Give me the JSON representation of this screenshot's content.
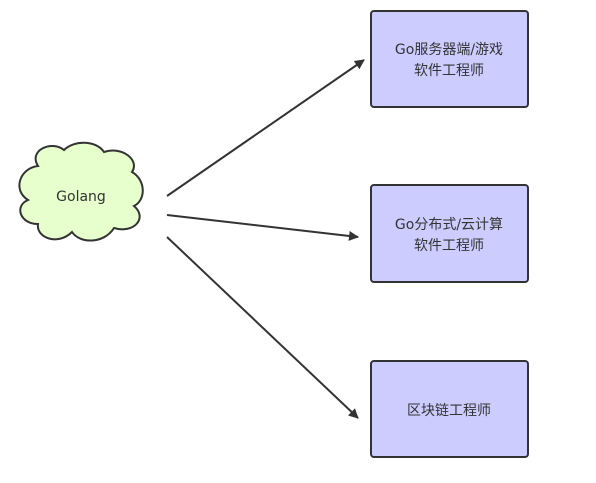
{
  "diagram": {
    "source": {
      "label": "Golang",
      "fill": "#e6ffcc",
      "stroke": "#333333"
    },
    "targets": [
      {
        "line1": "Go服务器端/游戏",
        "line2": "软件工程师"
      },
      {
        "line1": "Go分布式/云计算",
        "line2": "软件工程师"
      },
      {
        "line1": "区块链工程师",
        "line2": ""
      }
    ],
    "box_fill": "#ccccff",
    "box_stroke": "#333333",
    "arrow_color": "#333333"
  }
}
